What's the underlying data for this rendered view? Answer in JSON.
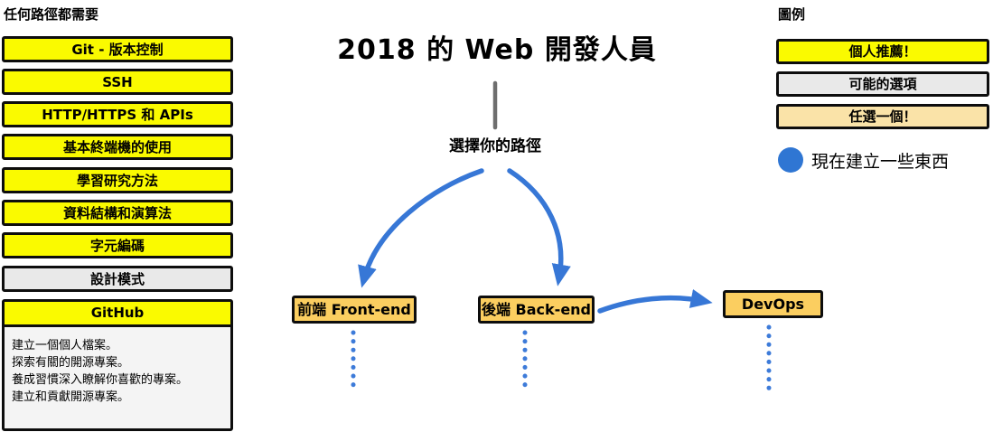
{
  "colors": {
    "recommended_yellow": "#fafa00",
    "possibility_gray": "#e9e9e9",
    "pick_one_orange": "#fbce60",
    "legend_light_orange": "#fae3a8",
    "arrow_blue": "#3777d6",
    "bullet_blue": "#2f76d3",
    "divider_gray": "#6e6e6e"
  },
  "left_panel": {
    "title": "任何路徑都需要",
    "items": [
      {
        "label": "Git - 版本控制",
        "variant": "yellow"
      },
      {
        "label": "SSH",
        "variant": "yellow"
      },
      {
        "label": "HTTP/HTTPS 和 APIs",
        "variant": "yellow"
      },
      {
        "label": "基本終端機的使用",
        "variant": "yellow"
      },
      {
        "label": "學習研究方法",
        "variant": "yellow"
      },
      {
        "label": "資料結構和演算法",
        "variant": "yellow"
      },
      {
        "label": "字元編碼",
        "variant": "yellow"
      },
      {
        "label": "設計模式",
        "variant": "gray"
      }
    ],
    "github": {
      "header": "GitHub",
      "notes": [
        "建立一個個人檔案。",
        "探索有關的開源專案。",
        "養成習慣深入瞭解你喜歡的專案。",
        "建立和貢獻開源專案。"
      ]
    }
  },
  "center": {
    "title": "2018 的 Web 開發人員",
    "subtitle": "選擇你的路徑",
    "paths": [
      {
        "label": "前端 Front-end"
      },
      {
        "label": "後端 Back-end"
      },
      {
        "label": "DevOps"
      }
    ]
  },
  "legend": {
    "title": "圖例",
    "items": [
      {
        "label": "個人推薦！",
        "variant": "yellow"
      },
      {
        "label": "可能的選項",
        "variant": "gray"
      },
      {
        "label": "任選一個！",
        "variant": "light-orange"
      }
    ],
    "bullet": {
      "label": "現在建立一些東西"
    }
  }
}
